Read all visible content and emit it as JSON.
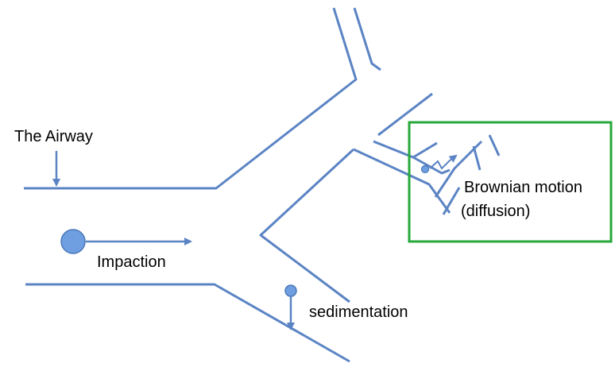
{
  "labels": {
    "airway": "The Airway",
    "impaction": "Impaction",
    "sedimentation": "sedimentation",
    "brownian_line1": "Brownian motion",
    "brownian_line2": "(diffusion)"
  },
  "colors": {
    "airway_line": "#5b84c4",
    "particle_fill": "#6f9fe0",
    "particle_stroke": "#4a78b8",
    "highlight_box": "#27a83a",
    "text": "#000000"
  }
}
